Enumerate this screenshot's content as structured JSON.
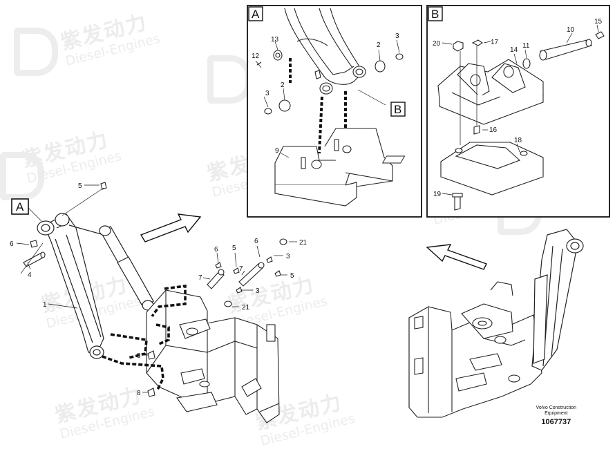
{
  "watermark": {
    "cn": "紫发动力",
    "en": "Diesel-Engines"
  },
  "panels": {
    "a_letter": "A",
    "b_letter": "B"
  },
  "callouts": {
    "A": "A",
    "n1": "1",
    "n4": "4",
    "n5": "5",
    "n6": "6",
    "n6b": "6",
    "n5b": "5",
    "n6c": "6",
    "n21a": "21",
    "n7a": "7",
    "n7b": "7",
    "n3a": "3",
    "n3b": "3",
    "n5c": "5",
    "n21b": "21",
    "n8a": "8",
    "n8b": "8",
    "a12": "12",
    "a13": "13",
    "a2a": "2",
    "a3a": "3",
    "a2b": "2",
    "a3b": "3",
    "a9": "9",
    "aB": "B",
    "b20": "20",
    "b17": "17",
    "b10": "10",
    "b15": "15",
    "b14": "14",
    "b11": "11",
    "b16": "16",
    "b18": "18",
    "b19": "19"
  },
  "footer": {
    "line1": "Volvo Construction",
    "line2": "Equipment",
    "number": "1067737"
  }
}
